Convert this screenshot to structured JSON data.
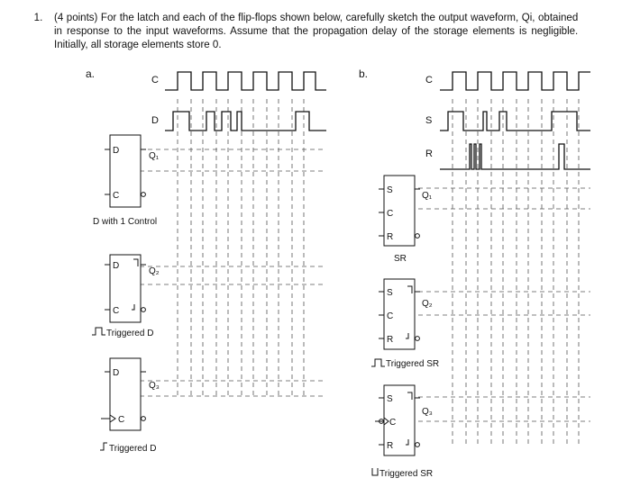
{
  "question": {
    "number": "1.",
    "text": "(4 points) For the latch and each of the flip-flops shown below, carefully sketch the output waveform, Qi, obtained in response to the input waveforms. Assume that the propagation delay of the storage elements is negligible. Initially, all storage elements store 0."
  },
  "part_a": {
    "label": "a.",
    "signals": {
      "c": "C",
      "d": "D"
    },
    "elements": [
      {
        "inputs": [
          "D",
          "C"
        ],
        "output": "Q₁",
        "caption": "D with 1 Control"
      },
      {
        "inputs": [
          "D",
          "C"
        ],
        "output": "Q₂",
        "caption": "Triggered D"
      },
      {
        "inputs": [
          "D",
          "C"
        ],
        "output": "Q₃",
        "caption": "Triggered D"
      }
    ]
  },
  "part_b": {
    "label": "b.",
    "signals": {
      "c": "C",
      "s": "S",
      "r": "R"
    },
    "elements": [
      {
        "inputs": [
          "S",
          "C",
          "R"
        ],
        "output": "Q₁",
        "caption": "SR"
      },
      {
        "inputs": [
          "S",
          "C",
          "R"
        ],
        "output": "Q₂",
        "caption": "Triggered SR"
      },
      {
        "inputs": [
          "S",
          "C",
          "R"
        ],
        "output": "Q₃",
        "caption": "Triggered SR"
      }
    ]
  }
}
